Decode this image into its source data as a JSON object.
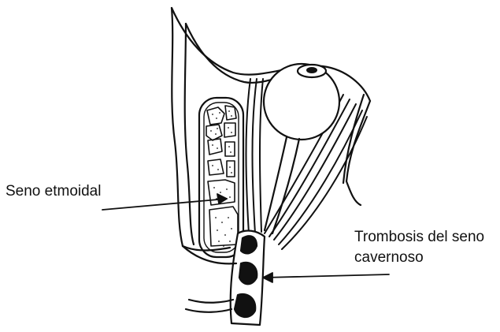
{
  "diagram": {
    "labels": {
      "ethmoid": "Seno etmoidal",
      "thrombosis_line1": "Trombosis del seno",
      "thrombosis_line2": "cavernoso"
    },
    "colors": {
      "ink": "#111111",
      "background": "#ffffff"
    }
  }
}
